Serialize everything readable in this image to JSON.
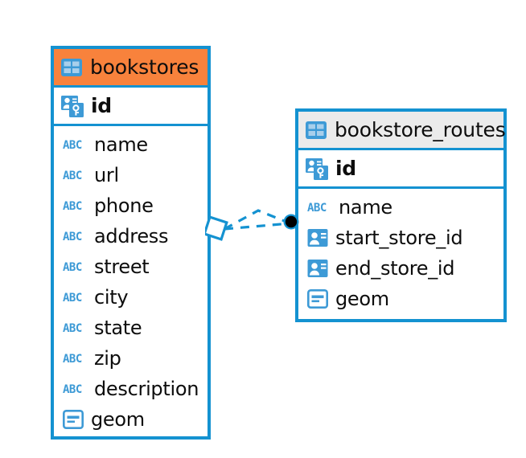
{
  "diagram": {
    "type": "entity-relationship-diagram",
    "colors": {
      "entity_border": "#1492d1",
      "selected_header": "#f8823c",
      "normal_header": "#ebebeb",
      "icon_blue": "#3d9ad6",
      "connector": "#1492d1",
      "endpoint": "#000000",
      "background": "#ffffff"
    }
  },
  "entities": [
    {
      "name": "bookstores",
      "title": "bookstores",
      "selected": true,
      "header_icon": "table-icon",
      "primary_key": {
        "label": "id",
        "icon": "primary-key-icon"
      },
      "fields": [
        {
          "label": "name",
          "icon": "abc-text-icon",
          "type": "text"
        },
        {
          "label": "url",
          "icon": "abc-text-icon",
          "type": "text"
        },
        {
          "label": "phone",
          "icon": "abc-text-icon",
          "type": "text"
        },
        {
          "label": "address",
          "icon": "abc-text-icon",
          "type": "text"
        },
        {
          "label": "street",
          "icon": "abc-text-icon",
          "type": "text"
        },
        {
          "label": "city",
          "icon": "abc-text-icon",
          "type": "text"
        },
        {
          "label": "state",
          "icon": "abc-text-icon",
          "type": "text"
        },
        {
          "label": "zip",
          "icon": "abc-text-icon",
          "type": "text"
        },
        {
          "label": "description",
          "icon": "abc-text-icon",
          "type": "text"
        },
        {
          "label": "geom",
          "icon": "geometry-icon",
          "type": "geometry"
        }
      ]
    },
    {
      "name": "bookstore_routes",
      "title": "bookstore_routes",
      "selected": false,
      "header_icon": "table-icon",
      "primary_key": {
        "label": "id",
        "icon": "primary-key-icon"
      },
      "fields": [
        {
          "label": "name",
          "icon": "abc-text-icon",
          "type": "text"
        },
        {
          "label": "start_store_id",
          "icon": "foreign-key-icon",
          "type": "foreign-key"
        },
        {
          "label": "end_store_id",
          "icon": "foreign-key-icon",
          "type": "foreign-key"
        },
        {
          "label": "geom",
          "icon": "geometry-icon",
          "type": "geometry"
        }
      ]
    }
  ],
  "relationship": {
    "from": "bookstores",
    "to": "bookstore_routes",
    "source_marker": "diamond",
    "target_marker": "filled-circle",
    "line_style": "dashed",
    "cardinality": "one-to-many"
  }
}
